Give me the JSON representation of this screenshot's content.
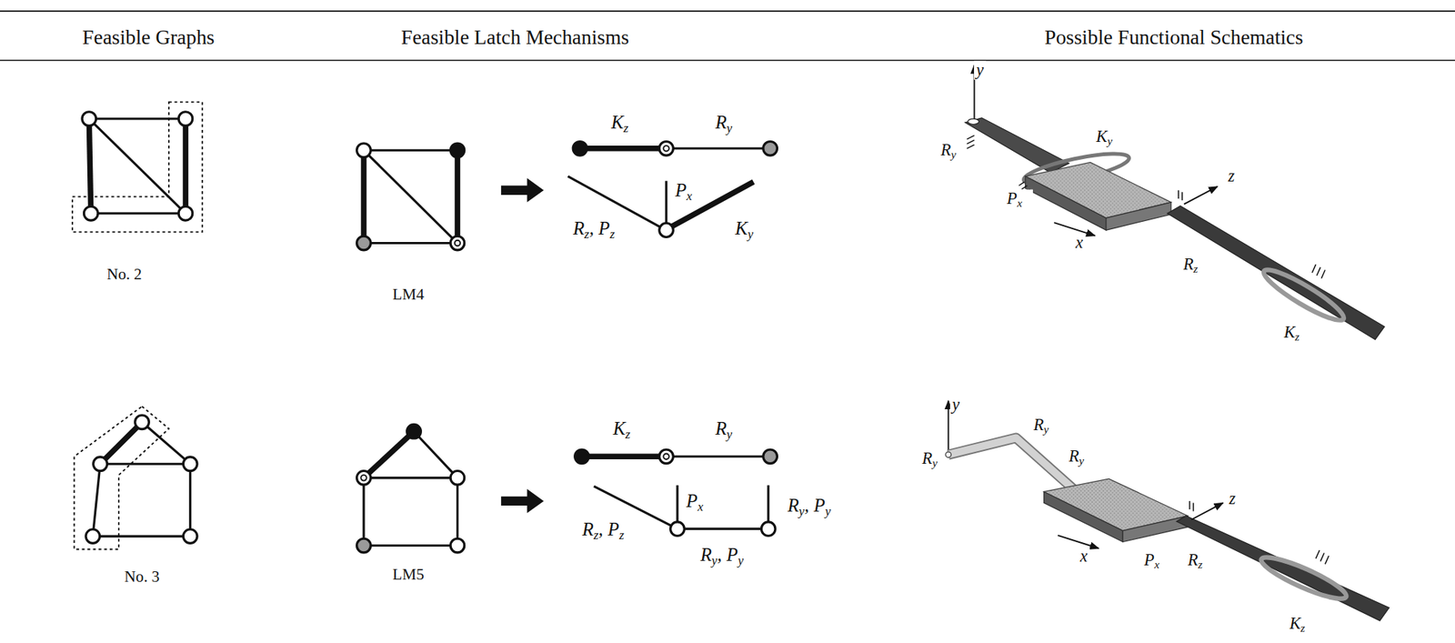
{
  "diagram": {
    "labels": [
      "Feasible Graphs",
      "Feasible Latch Mechanisms",
      "Possible Functional Schematics",
      "No. 2",
      "LM4",
      "Kz",
      "Ry",
      "Px⃗",
      "Rz, Pz",
      "Ky",
      "y",
      "Ry",
      "Ky",
      "Px⃗",
      "z",
      "x",
      "Rz",
      "Kz",
      "No. 3",
      "LM5",
      "Kz",
      "Ry",
      "Px⃗",
      "Ry, Py",
      "Rz, Pz",
      "Ry, Py",
      "y",
      "Ry",
      "Ry",
      "Ry",
      "z",
      "x",
      "Px⃗",
      "Rz",
      "Kz"
    ]
  }
}
